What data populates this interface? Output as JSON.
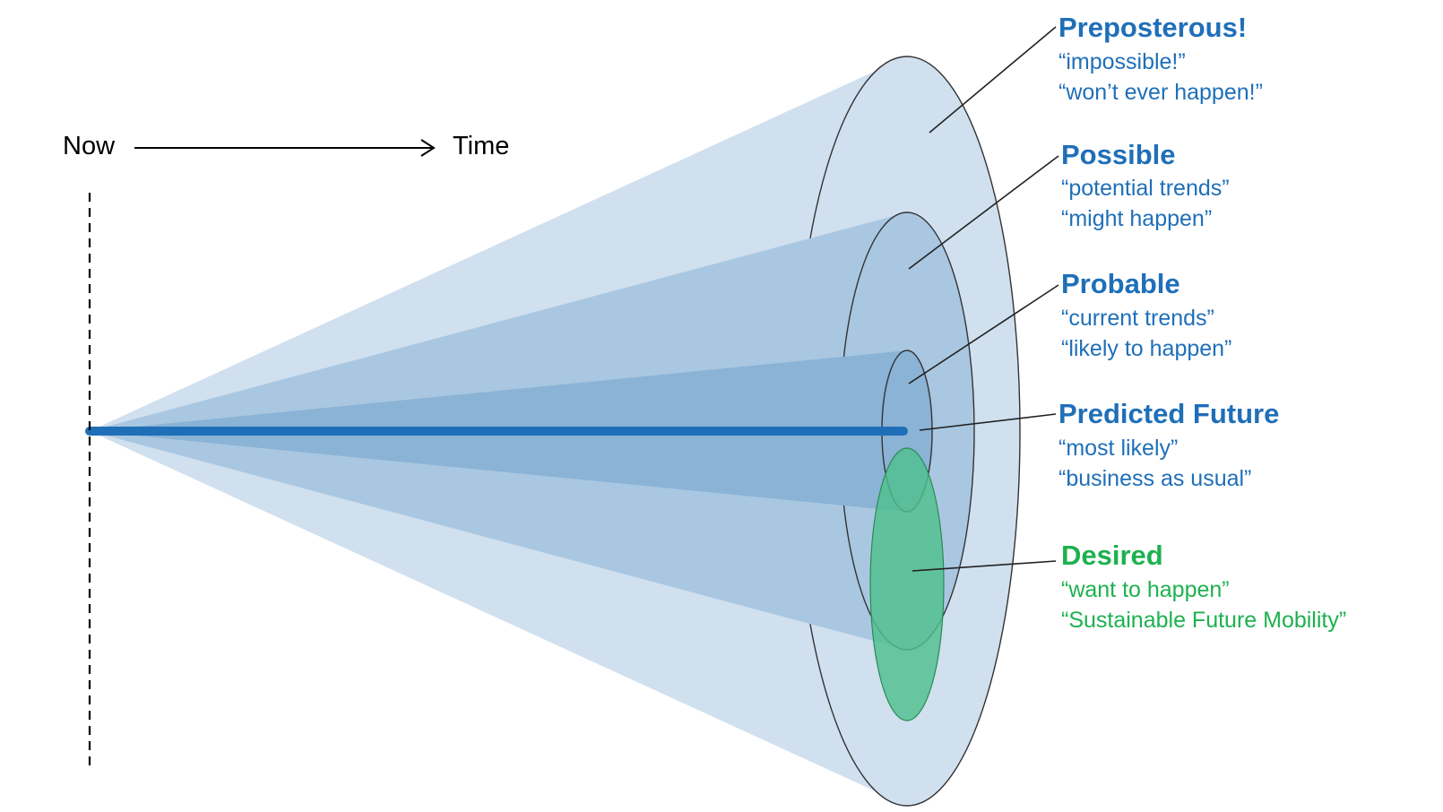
{
  "axis": {
    "start_label": "Now",
    "end_label": "Time"
  },
  "colors": {
    "cone_outer": "#d0e0ef",
    "cone_middle": "#a9c7e1",
    "cone_inner": "#8ab3d6",
    "trend_line": "#1f6fb8",
    "desired_fill": "#4fc08d",
    "blue_text": "#1f6fb8",
    "green_text": "#1db14f"
  },
  "labels": [
    {
      "key": "preposterous",
      "title": "Preposterous!",
      "quotes": [
        "“impossible!”",
        "“won’t ever happen!”"
      ],
      "color": "blue"
    },
    {
      "key": "possible",
      "title": "Possible",
      "quotes": [
        "“potential trends”",
        "“might happen”"
      ],
      "color": "blue"
    },
    {
      "key": "probable",
      "title": "Probable",
      "quotes": [
        "“current trends”",
        "“likely to happen”"
      ],
      "color": "blue"
    },
    {
      "key": "predicted",
      "title": "Predicted Future",
      "quotes": [
        "“most likely”",
        "“business as usual”"
      ],
      "color": "blue"
    },
    {
      "key": "desired",
      "title": "Desired",
      "quotes": [
        "“want to happen”",
        "“Sustainable Future Mobility”"
      ],
      "color": "green"
    }
  ]
}
